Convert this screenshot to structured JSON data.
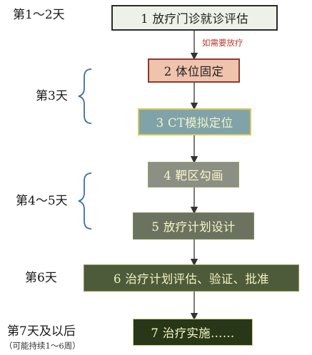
{
  "days": {
    "d12": "第1～2天",
    "d3": "第3天",
    "d45": "第4～5天",
    "d6": "第6天",
    "d7": "第7天及以后",
    "d7_note": "（可能持续1～6周）"
  },
  "steps": [
    "1  放疗门诊就诊评估",
    "2  体位固定",
    "3  CT模拟定位",
    "4  靶区勾画",
    "5  放疗计划设计",
    "6  治疗计划评估、验证、批准",
    "7 治疗实施……"
  ],
  "annotation": "如需要放疗",
  "colors": {
    "brace": "#3d6fa8",
    "arrow": "#333333",
    "annotation": "#c0392b"
  }
}
